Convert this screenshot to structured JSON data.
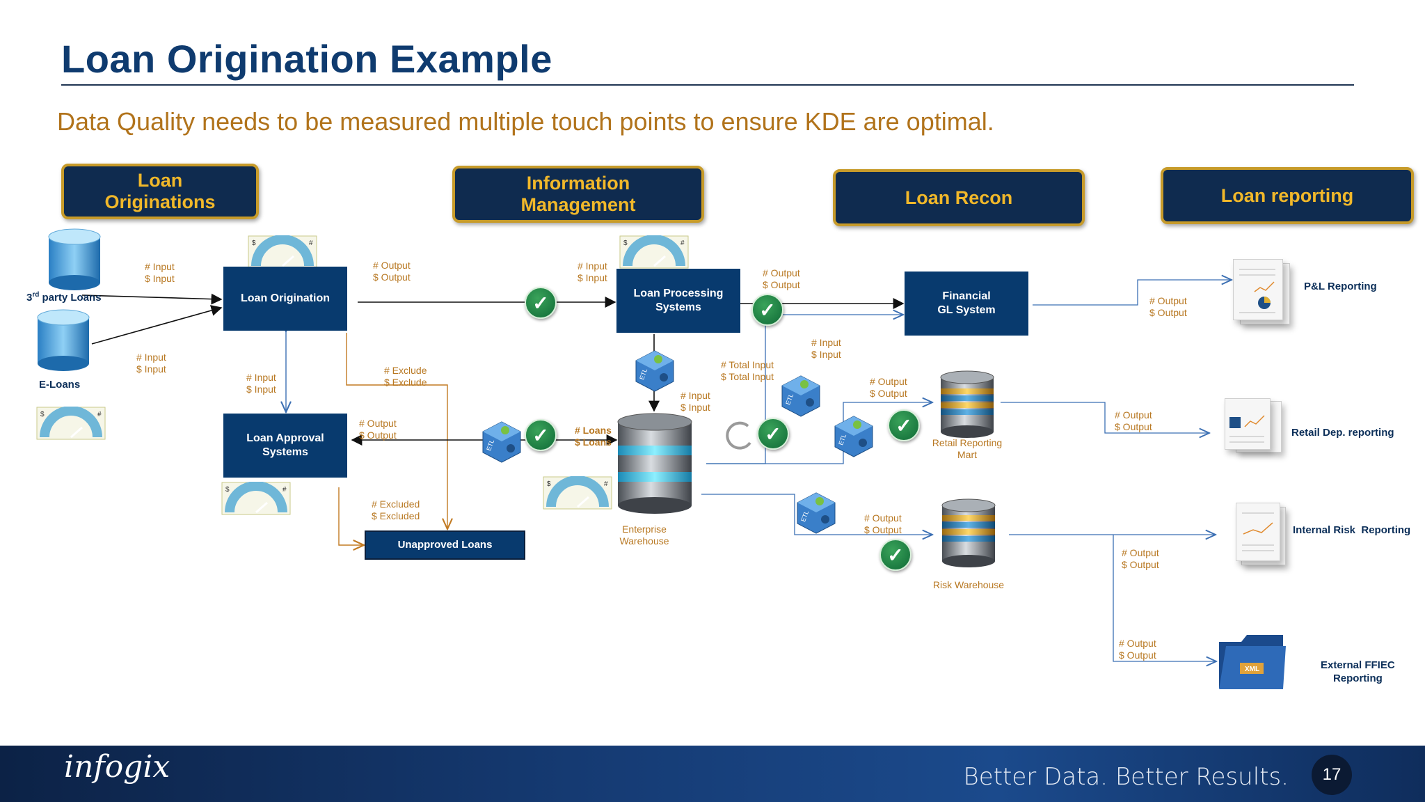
{
  "title": "Loan Origination Example",
  "subtitle": "Data Quality needs to be measured multiple touch points to ensure KDE are optimal.",
  "headers": {
    "loan_originations": "Loan\nOriginations",
    "information_management": "Information\nManagement",
    "loan_recon": "Loan Recon",
    "loan_reporting": "Loan reporting"
  },
  "sources": {
    "third_party_prefix": "3",
    "third_party_sup": "rd",
    "third_party_suffix": " party Loans",
    "eloans": "E-Loans"
  },
  "systems": {
    "loan_origination": "Loan Origination",
    "loan_approval": "Loan Approval\nSystems",
    "unapproved": "Unapproved Loans",
    "loan_processing": "Loan Processing\nSystems",
    "financial_gl": "Financial\nGL System"
  },
  "stores": {
    "enterprise_warehouse": "Enterprise\nWarehouse",
    "retail_mart": "Retail Reporting\nMart",
    "risk_warehouse": "Risk Warehouse"
  },
  "reports": {
    "pl": "P&L Reporting",
    "retail": "Retail Dep. reporting",
    "internal_risk": "Internal Risk  Reporting",
    "ffiec": "External FFIEC\nReporting",
    "xml_label": "XML"
  },
  "metrics": {
    "input_pair": "# Input\n$ Input",
    "output_pair": "# Output\n$ Output",
    "exclude_pair": "# Exclude\n$ Exclude",
    "excluded_pair": "# Excluded\n$ Excluded",
    "loans_pair": "# Loans\n$ Loans",
    "total_input_pair": "# Total Input\n$ Total Input"
  },
  "gauge": {
    "dollar": "$",
    "hash": "#"
  },
  "etl_label": "ETL",
  "check_glyph": "✓",
  "footer": {
    "logo": "infogix",
    "tagline": "Better Data. Better Results.",
    "page": "17"
  },
  "colors": {
    "navy": "#0f2b4f",
    "gold": "#c79b2a",
    "orange": "#b87822",
    "blue": "#083a6e",
    "green": "#0f6a36"
  }
}
